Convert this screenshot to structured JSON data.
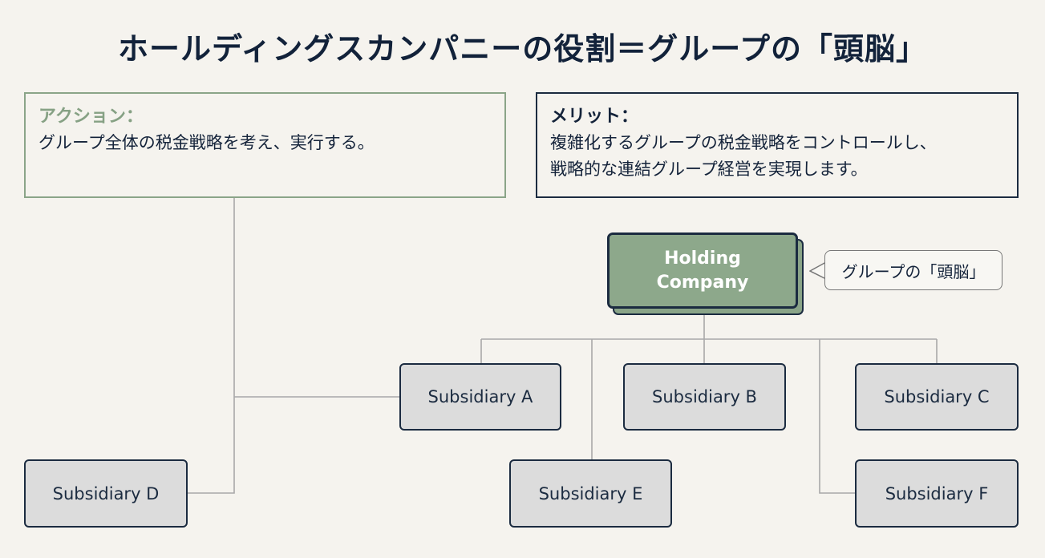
{
  "title": "ホールディングスカンパニーの役割＝グループの「頭脳」",
  "action": {
    "heading": "アクション：",
    "text": "グループ全体の税金戦略を考え、実行する。"
  },
  "merit": {
    "heading": "メリット：",
    "lines": [
      "複雑化するグループの税金戦略をコントロールし、",
      "戦略的な連結グループ経営を実現します。"
    ]
  },
  "holding": {
    "lines": [
      "Holding",
      "Company"
    ]
  },
  "callout": "グループの「頭脳」",
  "subsidiaries": {
    "a": "Subsidiary A",
    "b": "Subsidiary B",
    "c": "Subsidiary C",
    "d": "Subsidiary D",
    "e": "Subsidiary E",
    "f": "Subsidiary F"
  },
  "colors": {
    "accent_green": "#8da88b",
    "navy": "#1b2b40",
    "node_gray": "#dcdcdc",
    "background": "#f5f3ee"
  }
}
